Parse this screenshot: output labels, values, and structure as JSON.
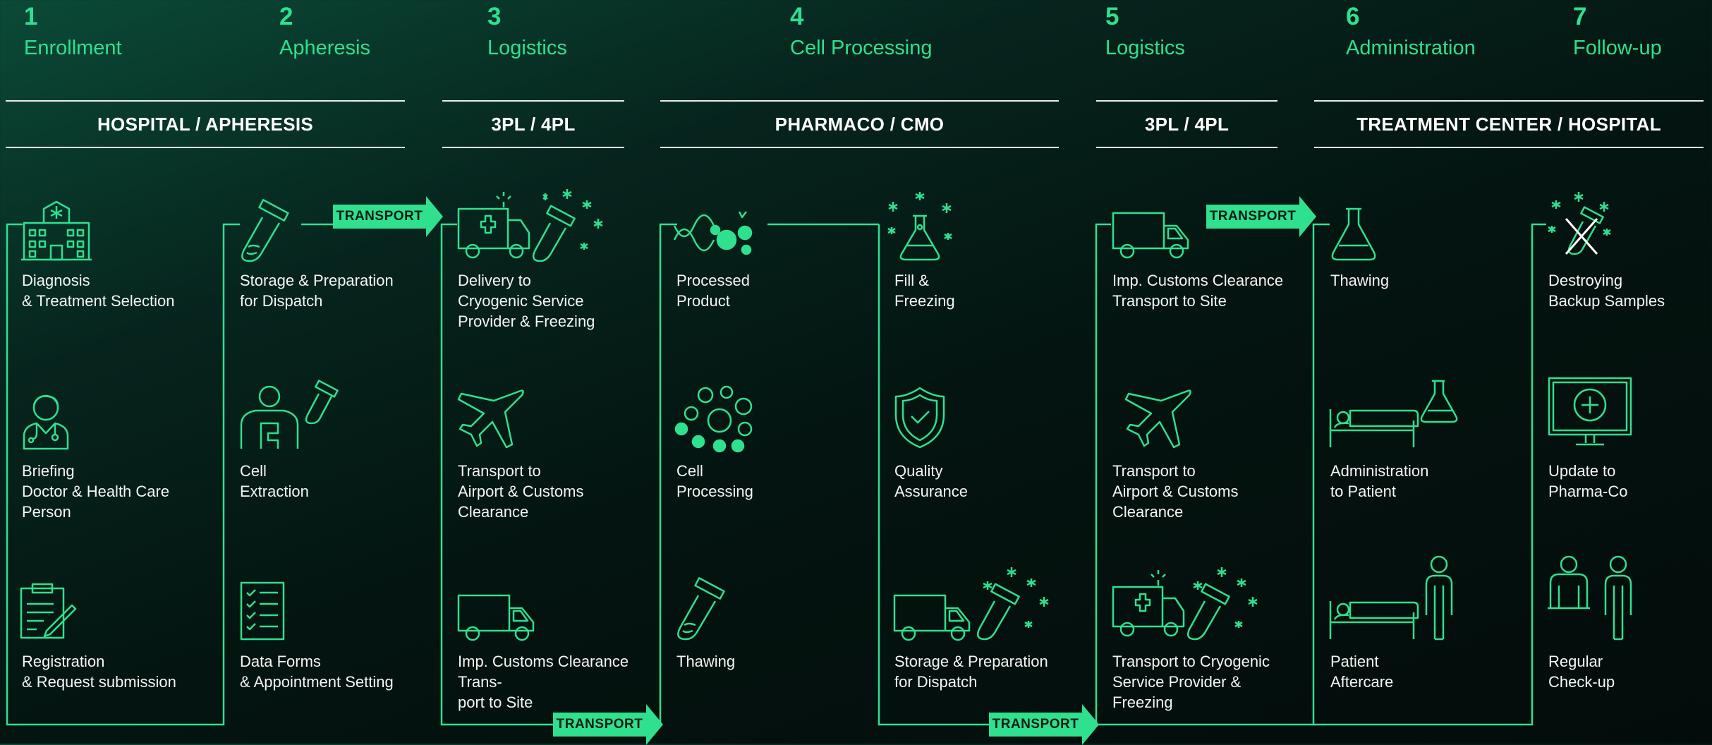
{
  "colors": {
    "accent": "#2fe08f",
    "rule": "#e9ecea",
    "text": "#f4f6f5"
  },
  "stages": [
    {
      "number": "1",
      "name": "Enrollment"
    },
    {
      "number": "2",
      "name": "Apheresis"
    },
    {
      "number": "3",
      "name": "Logistics"
    },
    {
      "number": "4",
      "name": "Cell Processing"
    },
    {
      "number": "5",
      "name": "Logistics"
    },
    {
      "number": "6",
      "name": "Administration"
    },
    {
      "number": "7",
      "name": "Follow-up"
    }
  ],
  "groups": [
    {
      "label": "HOSPITAL / APHERESIS"
    },
    {
      "label": "3PL / 4PL"
    },
    {
      "label": "PHARMACO / CMO"
    },
    {
      "label": "3PL / 4PL"
    },
    {
      "label": "TREATMENT CENTER / HOSPITAL"
    }
  ],
  "transport_label": "TRANSPORT",
  "steps": [
    {
      "icon": "hospital-icon",
      "caption": "Diagnosis\n& Treatment Selection"
    },
    {
      "icon": "doctor-icon",
      "caption": "Briefing\nDoctor & Health Care\nPerson"
    },
    {
      "icon": "clipboard-icon",
      "caption": "Registration\n& Request submission"
    },
    {
      "icon": "test-tube-icon",
      "caption": "Storage & Preparation\nfor Dispatch"
    },
    {
      "icon": "cell-extraction-icon",
      "caption": "Cell\nExtraction"
    },
    {
      "icon": "checklist-icon",
      "caption": "Data Forms\n& Appointment Setting"
    },
    {
      "icon": "ambulance-freezing-icon",
      "caption": "Delivery to\nCryogenic Service\nProvider & Freezing"
    },
    {
      "icon": "airplane-icon",
      "caption": "Transport to\nAirport & Customs\nClearance"
    },
    {
      "icon": "truck-icon",
      "caption": "Imp. Customs Clearance\nTrans-\nport to Site"
    },
    {
      "icon": "molecules-icon",
      "caption": "Processed\nProduct"
    },
    {
      "icon": "cells-icon",
      "caption": "Cell\nProcessing"
    },
    {
      "icon": "test-tube-icon",
      "caption": "Thawing"
    },
    {
      "icon": "frozen-flask-icon",
      "caption": "Fill &\nFreezing"
    },
    {
      "icon": "shield-check-icon",
      "caption": "Quality\nAssurance"
    },
    {
      "icon": "truck-freezing-icon",
      "caption": "Storage & Preparation\nfor Dispatch"
    },
    {
      "icon": "truck-icon",
      "caption": "Imp. Customs Clearance\nTransport to Site"
    },
    {
      "icon": "airplane-icon",
      "caption": "Transport to\nAirport & Customs\nClearance"
    },
    {
      "icon": "ambulance-freezing-icon",
      "caption": "Transport to Cryogenic\nService Provider &\nFreezing"
    },
    {
      "icon": "flask-icon",
      "caption": "Thawing"
    },
    {
      "icon": "bed-flask-icon",
      "caption": "Administration\nto Patient"
    },
    {
      "icon": "bed-person-icon",
      "caption": "Patient\nAftercare"
    },
    {
      "icon": "destroy-samples-icon",
      "caption": "Destroying\nBackup Samples"
    },
    {
      "icon": "monitor-plus-icon",
      "caption": "Update to\nPharma-Co"
    },
    {
      "icon": "two-people-icon",
      "caption": "Regular\nCheck-up"
    }
  ]
}
